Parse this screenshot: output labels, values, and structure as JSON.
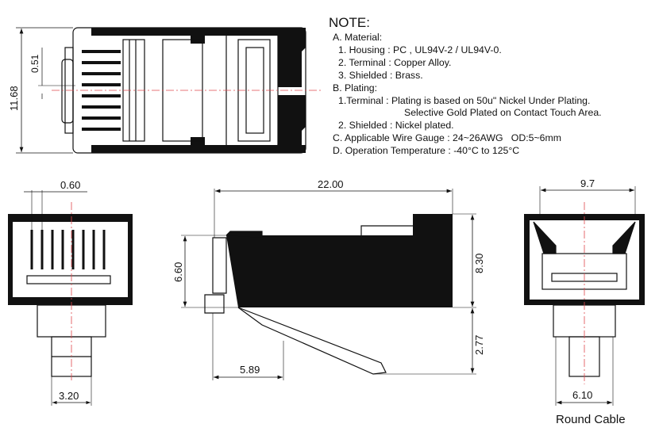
{
  "notes": {
    "title": "NOTE:",
    "lines": [
      "A. Material:",
      "1. Housing : PC , UL94V-2 / UL94V-0.",
      "2. Terminal : Copper Alloy.",
      "3. Shielded : Brass.",
      "B. Plating:",
      "1.Terminal : Plating is based on 50u\" Nickel Under Plating.",
      "Selective Gold Plated on Contact Touch Area.",
      "2. Shielded : Nickel plated.",
      "C. Applicable Wire Gauge : 24~26AWG   OD:5~6mm",
      "D. Operation Temperature : -40°C to 125°C"
    ]
  },
  "dimensions": {
    "top_height": "11.68",
    "pitch": "0.51",
    "front_pin": "0.60",
    "front_cable": "3.20",
    "side_length": "22.00",
    "side_height": "6.60",
    "side_total": "8.30",
    "side_latch": "5.89",
    "side_drop": "2.77",
    "rear_width": "9.7",
    "rear_cable": "6.10"
  },
  "caption": "Round Cable",
  "colors": {
    "line": "#111111",
    "centerline": "#e0474c"
  }
}
